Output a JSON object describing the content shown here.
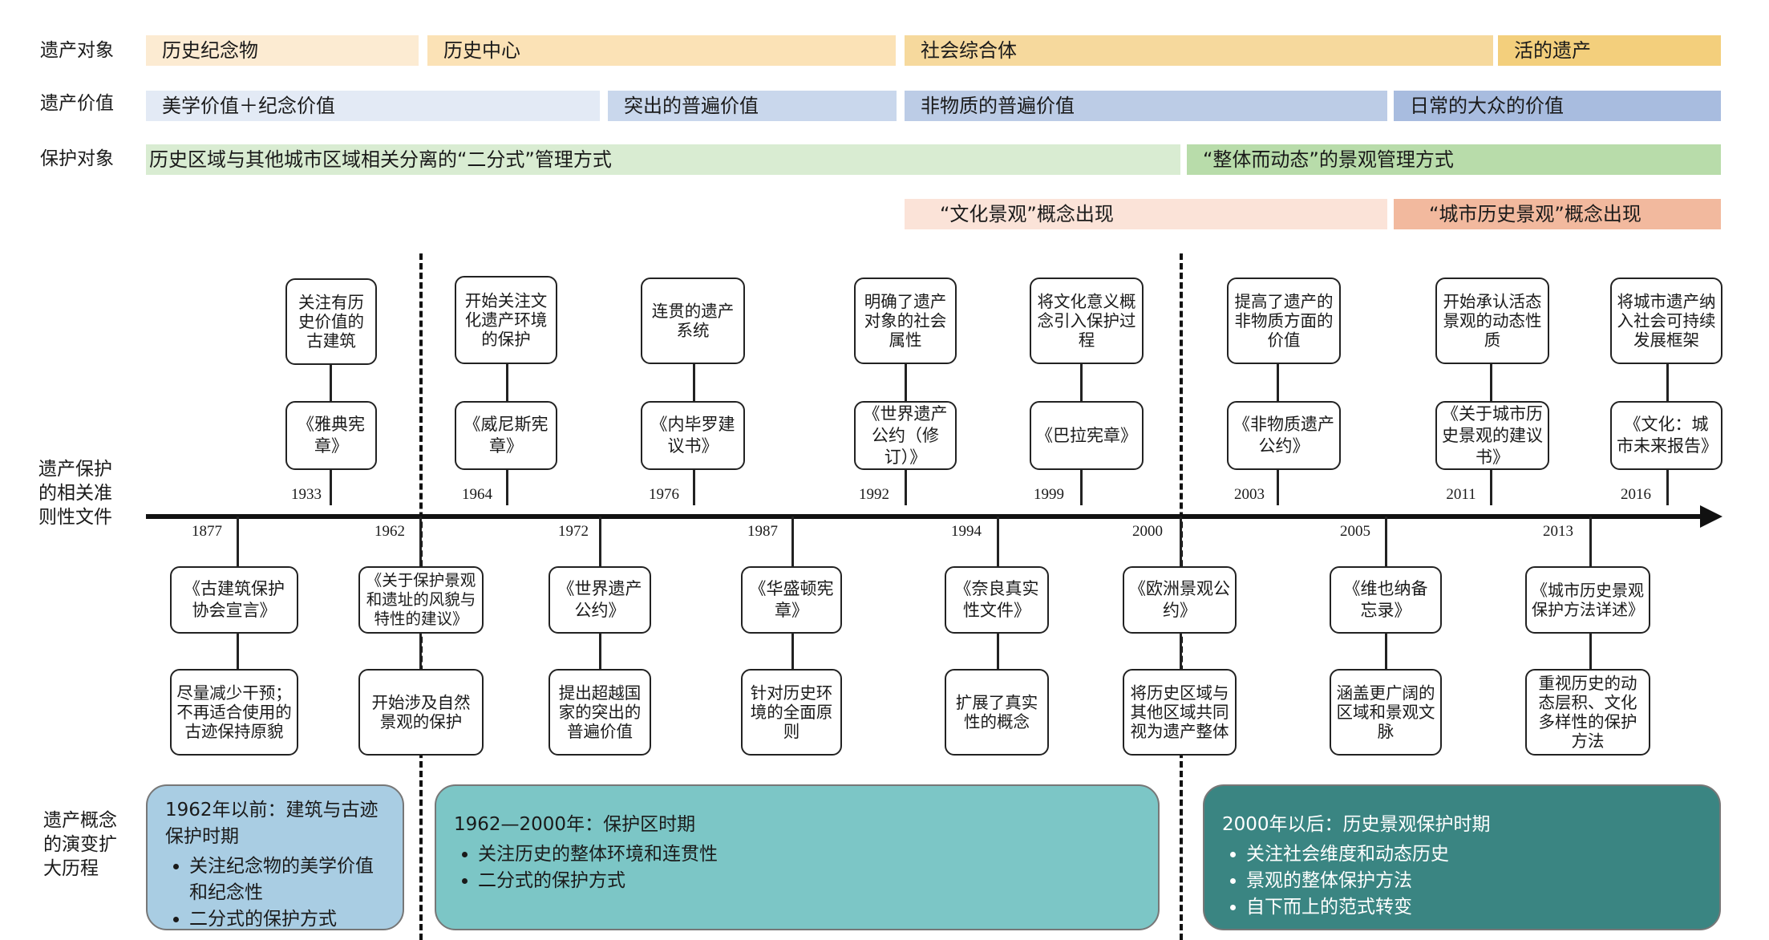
{
  "rows": {
    "heritage_object": "遗产对象",
    "heritage_value": "遗产价值",
    "protection_object": "保护对象",
    "documents": "遗产保护的相关准则性文件",
    "evolution": "遗产概念的演变扩大历程"
  },
  "bands": {
    "objects": [
      "历史纪念物",
      "历史中心",
      "社会综合体",
      "活的遗产"
    ],
    "values": [
      "美学价值＋纪念价值",
      "突出的普遍价值",
      "非物质的普遍价值",
      "日常的大众的价值"
    ],
    "protection": [
      "历史区域与其他城市区域相关分离的“二分式”管理方式",
      "“整体而动态”的景观管理方式"
    ],
    "concepts": [
      "“文化景观”概念出现",
      "“城市历史景观”概念出现"
    ]
  },
  "colors": {
    "object_light": "#fcebd2",
    "object_mid": "#f6d99d",
    "object_dark": "#f3cf7c",
    "value_light": "#e3eaf5",
    "value_mid": "#c9d7ec",
    "value_dark": "#a8bcdf",
    "protection_light": "#d9ecd2",
    "protection_dark": "#b8dcaa",
    "concept_light": "#fbe3d8",
    "concept_dark": "#f2b99e",
    "era1": "#a9cde3",
    "era2": "#7cc6c6",
    "era3": "#3a8582"
  },
  "top_events": [
    {
      "year": "1933",
      "doc": "《雅典宪章》",
      "desc": "关注有历史价值的古建筑"
    },
    {
      "year": "1964",
      "doc": "《威尼斯宪章》",
      "desc": "开始关注文化遗产环境的保护"
    },
    {
      "year": "1976",
      "doc": "《内毕罗建议书》",
      "desc": "连贯的遗产系统"
    },
    {
      "year": "1992",
      "doc": "《世界遗产公约（修订）》",
      "desc": "明确了遗产对象的社会属性"
    },
    {
      "year": "1999",
      "doc": "《巴拉宪章》",
      "desc": "将文化意义概念引入保护过程"
    },
    {
      "year": "2003",
      "doc": "《非物质遗产公约》",
      "desc": "提高了遗产的非物质方面的价值"
    },
    {
      "year": "2011",
      "doc": "《关于城市历史景观的建议书》",
      "desc": "开始承认活态景观的动态性质"
    },
    {
      "year": "2016",
      "doc": "《文化：城市未来报告》",
      "desc": "将城市遗产纳入社会可持续发展框架"
    }
  ],
  "bottom_events": [
    {
      "year": "1877",
      "doc": "《古建筑保护协会宣言》",
      "desc": "尽量减少干预；不再适合使用的古迹保持原貌"
    },
    {
      "year": "1962",
      "doc": "《关于保护景观和遗址的风貌与特性的建议》",
      "desc": "开始涉及自然景观的保护"
    },
    {
      "year": "1972",
      "doc": "《世界遗产公约》",
      "desc": "提出超越国家的突出的普遍价值"
    },
    {
      "year": "1987",
      "doc": "《华盛顿宪章》",
      "desc": "针对历史环境的全面原则"
    },
    {
      "year": "1994",
      "doc": "《奈良真实性文件》",
      "desc": "扩展了真实性的概念"
    },
    {
      "year": "2000",
      "doc": "《欧洲景观公约》",
      "desc": "将历史区域与其他区域共同视为遗产整体"
    },
    {
      "year": "2005",
      "doc": "《维也纳备忘录》",
      "desc": "涵盖更广阔的区域和景观文脉"
    },
    {
      "year": "2013",
      "doc": "《城市历史景观保护方法详述》",
      "desc": "重视历史的动态层积、文化多样性的保护方法"
    }
  ],
  "eras": [
    {
      "title": "1962年以前：建筑与古迹保护时期",
      "points": [
        "关注纪念物的美学价值和纪念性",
        "二分式的保护方式"
      ]
    },
    {
      "title": "1962—2000年：保护区时期",
      "points": [
        "关注历史的整体环境和连贯性",
        "二分式的保护方式"
      ]
    },
    {
      "title": "2000年以后：历史景观保护时期",
      "points": [
        "关注社会维度和动态历史",
        "景观的整体保护方法",
        "自下而上的范式转变"
      ]
    }
  ]
}
